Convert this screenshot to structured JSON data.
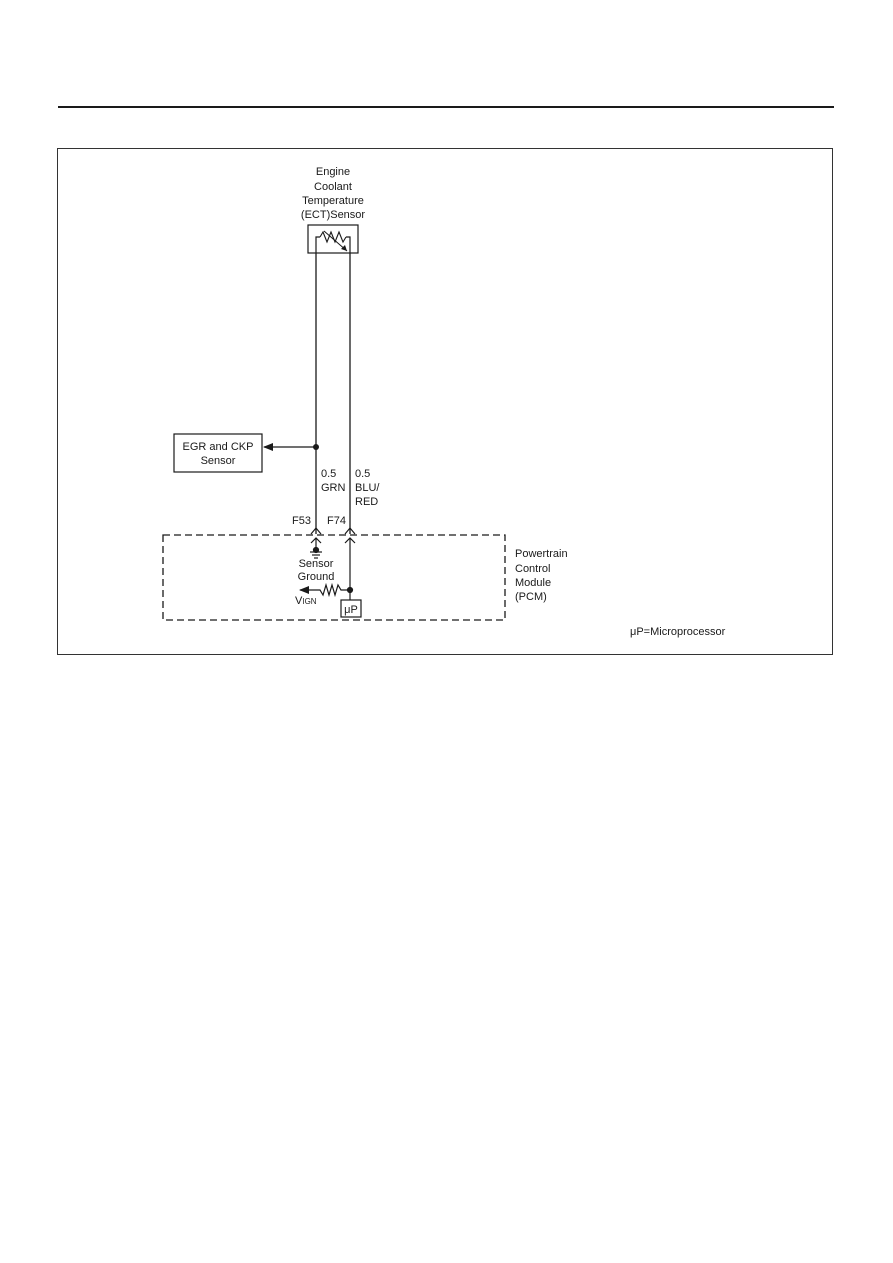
{
  "ect_sensor": {
    "lines": [
      "Engine",
      "Coolant",
      "Temperature",
      "(ECT)Sensor"
    ]
  },
  "egr_box": {
    "lines": [
      "EGR and CKP",
      "Sensor"
    ]
  },
  "wire_left": {
    "gauge": "0.5",
    "color": "GRN",
    "terminal": "F53"
  },
  "wire_right": {
    "gauge": "0.5",
    "color_lines": [
      "BLU/",
      "RED"
    ],
    "terminal": "F74"
  },
  "pcm": {
    "label_lines": [
      "Powertrain",
      "Control",
      "Module",
      "(PCM)"
    ],
    "sensor_ground_lines": [
      "Sensor",
      "Ground"
    ],
    "vign_main": "V",
    "vign_sub": "IGN",
    "up_box": "μP"
  },
  "footnote": "μP=Microprocessor"
}
